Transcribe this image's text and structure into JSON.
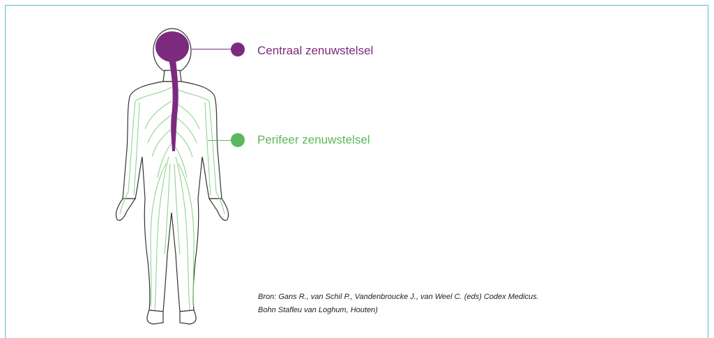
{
  "labels": {
    "central": "Centraal zenuwstelsel",
    "peripheral": "Perifeer zenuwstelsel"
  },
  "source": {
    "line1": "Bron: Gans R., van Schil P., Vandenbroucke J., van Weel C. (eds) Codex Medicus.",
    "line2": "Bohn Stafleu van Loghum, Houten)"
  },
  "colors": {
    "central": "#7b2a7e",
    "peripheral": "#5bb85b",
    "frame": "#5fb8d9"
  },
  "icons": {
    "central_marker": "filled-circle",
    "peripheral_marker": "filled-circle"
  }
}
